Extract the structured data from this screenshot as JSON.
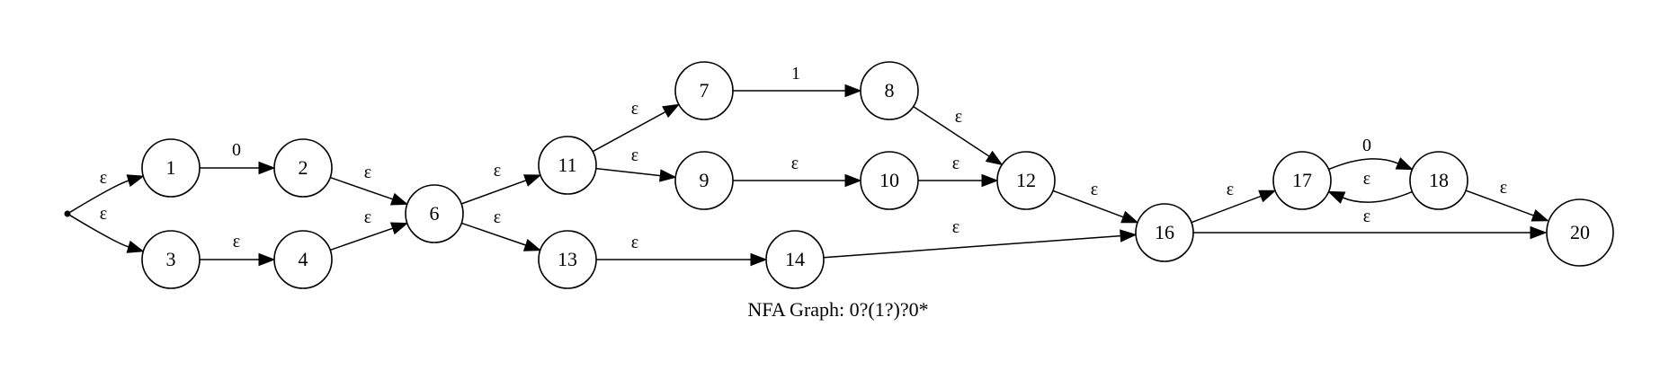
{
  "caption": "NFA Graph: 0?(1?)?0*",
  "accept_state": "20",
  "states": [
    "1",
    "2",
    "3",
    "4",
    "6",
    "7",
    "8",
    "9",
    "10",
    "11",
    "12",
    "13",
    "14",
    "16",
    "17",
    "18",
    "20"
  ],
  "edges": [
    {
      "id": "s-1",
      "from": "start",
      "to": "1",
      "label": "ε"
    },
    {
      "id": "s-3",
      "from": "start",
      "to": "3",
      "label": "ε"
    },
    {
      "id": "1-2",
      "from": "1",
      "to": "2",
      "label": "0"
    },
    {
      "id": "3-4",
      "from": "3",
      "to": "4",
      "label": "ε"
    },
    {
      "id": "2-6",
      "from": "2",
      "to": "6",
      "label": "ε"
    },
    {
      "id": "4-6",
      "from": "4",
      "to": "6",
      "label": "ε"
    },
    {
      "id": "6-11",
      "from": "6",
      "to": "11",
      "label": "ε"
    },
    {
      "id": "6-13",
      "from": "6",
      "to": "13",
      "label": "ε"
    },
    {
      "id": "11-7",
      "from": "11",
      "to": "7",
      "label": "ε"
    },
    {
      "id": "11-9",
      "from": "11",
      "to": "9",
      "label": "ε"
    },
    {
      "id": "7-8",
      "from": "7",
      "to": "8",
      "label": "1"
    },
    {
      "id": "9-10",
      "from": "9",
      "to": "10",
      "label": "ε"
    },
    {
      "id": "8-12",
      "from": "8",
      "to": "12",
      "label": "ε"
    },
    {
      "id": "10-12",
      "from": "10",
      "to": "12",
      "label": "ε"
    },
    {
      "id": "13-14",
      "from": "13",
      "to": "14",
      "label": "ε"
    },
    {
      "id": "12-16",
      "from": "12",
      "to": "16",
      "label": "ε"
    },
    {
      "id": "14-16",
      "from": "14",
      "to": "16",
      "label": "ε"
    },
    {
      "id": "16-17",
      "from": "16",
      "to": "17",
      "label": "ε"
    },
    {
      "id": "17-18",
      "from": "17",
      "to": "18",
      "label": "0"
    },
    {
      "id": "18-17",
      "from": "18",
      "to": "17",
      "label": "ε"
    },
    {
      "id": "18-20",
      "from": "18",
      "to": "20",
      "label": "ε"
    },
    {
      "id": "16-20",
      "from": "16",
      "to": "20",
      "label": "ε"
    }
  ]
}
